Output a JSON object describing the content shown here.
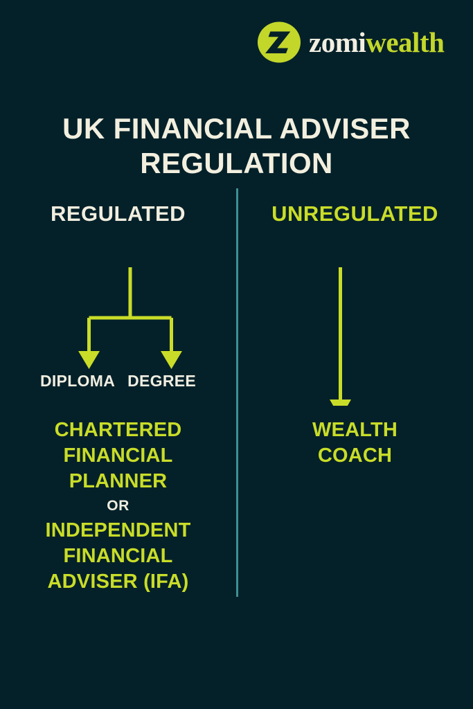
{
  "background_color": "#04212a",
  "accent_green": "#c9dc28",
  "cream": "#f1eee0",
  "divider_color": "#3f8f95",
  "brand": {
    "mark_letter": "Z",
    "name_part1": "zomi",
    "name_part2": "wealth"
  },
  "title": "UK FINANCIAL ADVISER REGULATION",
  "columns": {
    "left": {
      "heading": "REGULATED",
      "branches": [
        "DIPLOMA",
        "DEGREE"
      ],
      "outcome_line1": "CHARTERED",
      "outcome_line2": "FINANCIAL",
      "outcome_line3": "PLANNER",
      "connector": "OR",
      "outcome_line4": "INDEPENDENT",
      "outcome_line5": "FINANCIAL",
      "outcome_line6": "ADVISER (IFA)"
    },
    "right": {
      "heading": "UNREGULATED",
      "outcome_line1": "WEALTH",
      "outcome_line2": "COACH"
    }
  }
}
